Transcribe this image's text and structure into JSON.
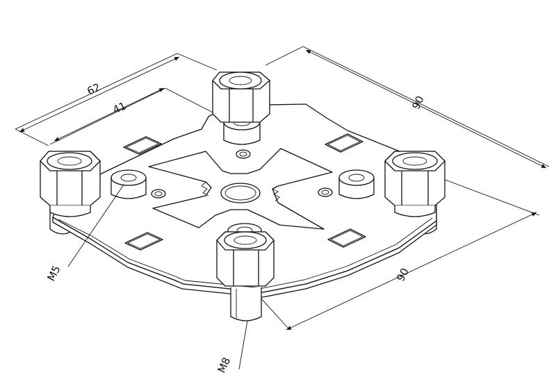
{
  "dimensions": {
    "outer_width": "62",
    "inner_width": "41",
    "length_top": "90",
    "length_bottom": "90"
  },
  "callouts": {
    "bolt_small": "M5",
    "bolt_large": "M8"
  }
}
